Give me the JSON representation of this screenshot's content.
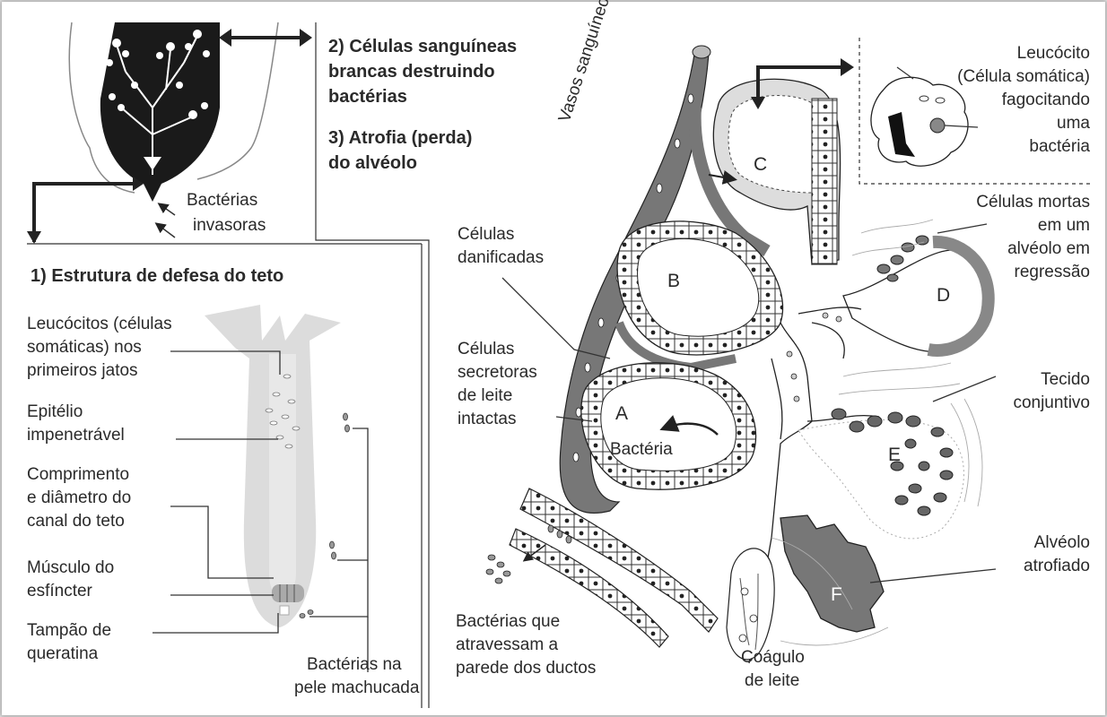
{
  "headings": {
    "step2": [
      "2) Células sanguíneas",
      "brancas destruindo",
      "bactérias"
    ],
    "step3": [
      "3) Atrofia (perda)",
      "do alvéolo"
    ],
    "step1": "1) Estrutura de defesa do teto"
  },
  "teat_labels": {
    "invaders": [
      "Bactérias",
      "invasoras"
    ],
    "leukocytes_first_jets": [
      "Leucócitos (células",
      "somáticas) nos",
      "primeiros jatos"
    ],
    "epithelium": [
      "Epitélio",
      "impenetrável"
    ],
    "canal": [
      "Comprimento",
      "e diâmetro do",
      "canal do teto"
    ],
    "sphincter": [
      "Músculo do",
      "esfíncter"
    ],
    "keratin": [
      "Tampão de",
      "queratina"
    ],
    "bruised_skin": [
      "Bactérias na",
      "pele machucada"
    ]
  },
  "alveolus_labels": {
    "vessels": "Vasos sanguíneos",
    "phagocyte": [
      "Leucócito",
      "(Célula somática)",
      "fagocitando",
      "uma",
      "bactéria"
    ],
    "dead_cells": [
      "Células mortas",
      "em um",
      "alvéolo em",
      "regressão"
    ],
    "damaged": [
      "Células",
      "danificadas"
    ],
    "secretory": [
      "Células",
      "secretoras",
      "de leite",
      "intactas"
    ],
    "bacterium": "Bactéria",
    "connective": [
      "Tecido",
      "conjuntivo"
    ],
    "atrophied": [
      "Alvéolo",
      "atrofiado"
    ],
    "duct_bacteria": [
      "Bactérias que",
      "atravessam a",
      "parede dos ductos"
    ],
    "clot": [
      "Coágulo",
      "de leite"
    ],
    "letters": {
      "A": "A",
      "B": "B",
      "C": "C",
      "D": "D",
      "E": "E",
      "F": "F"
    }
  },
  "colors": {
    "vessel": "#777777",
    "line": "#222222",
    "teat": "#dcdcdc",
    "udder": "#1a1a1a"
  }
}
